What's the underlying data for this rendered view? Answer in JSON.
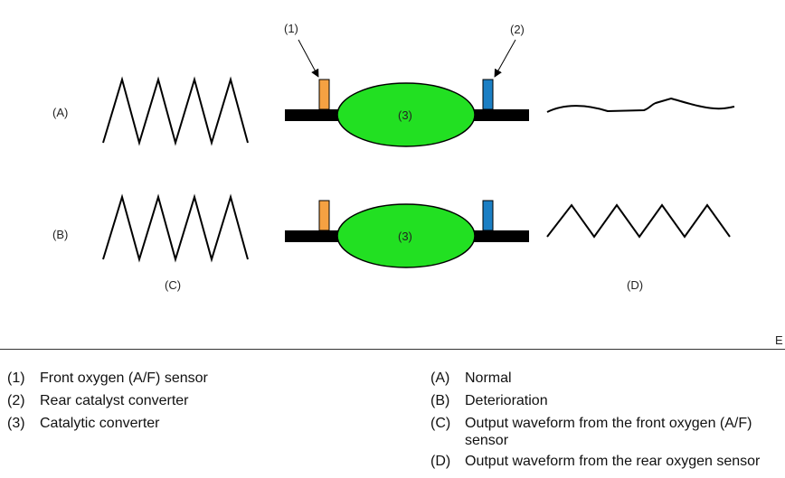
{
  "diagram": {
    "callouts": {
      "front_sensor": "(1)",
      "rear_sensor": "(2)"
    },
    "rows": [
      {
        "label": "(A)",
        "converter_label": "(3)"
      },
      {
        "label": "(B)",
        "converter_label": "(3)"
      }
    ],
    "column_labels": {
      "front": "(C)",
      "rear": "(D)"
    },
    "colors": {
      "front_sensor": "#F5A142",
      "rear_sensor": "#1B7FC4",
      "converter": "#22E022",
      "pipe": "#000000"
    },
    "corner_mark": "E"
  },
  "legend": {
    "left": [
      {
        "num": "(1)",
        "text": "Front oxygen (A/F) sensor"
      },
      {
        "num": "(2)",
        "text": "Rear catalyst converter"
      },
      {
        "num": "(3)",
        "text": "Catalytic converter"
      }
    ],
    "right": [
      {
        "num": "(A)",
        "text": "Normal"
      },
      {
        "num": "(B)",
        "text": "Deterioration"
      },
      {
        "num": "(C)",
        "text": "Output waveform from the front oxygen (A/F) sensor"
      },
      {
        "num": "(D)",
        "text": "Output waveform from the rear oxygen sensor"
      }
    ]
  }
}
